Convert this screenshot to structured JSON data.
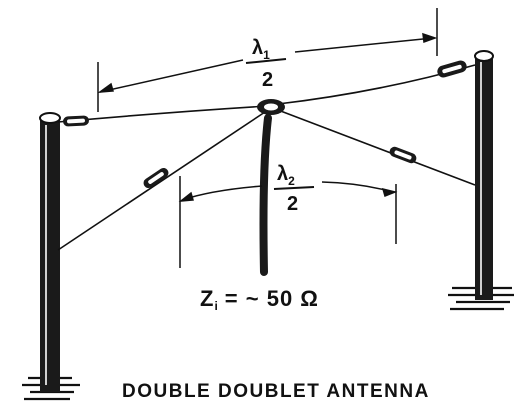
{
  "diagram": {
    "title": "DOUBLE DOUBLET ANTENNA",
    "impedance_label": "Z",
    "impedance_sub": "i",
    "impedance_value": "= ~ 50 Ω",
    "dim1": {
      "symbol": "λ",
      "sub": "1",
      "denominator": "2"
    },
    "dim2": {
      "symbol": "λ",
      "sub": "2",
      "denominator": "2"
    }
  }
}
